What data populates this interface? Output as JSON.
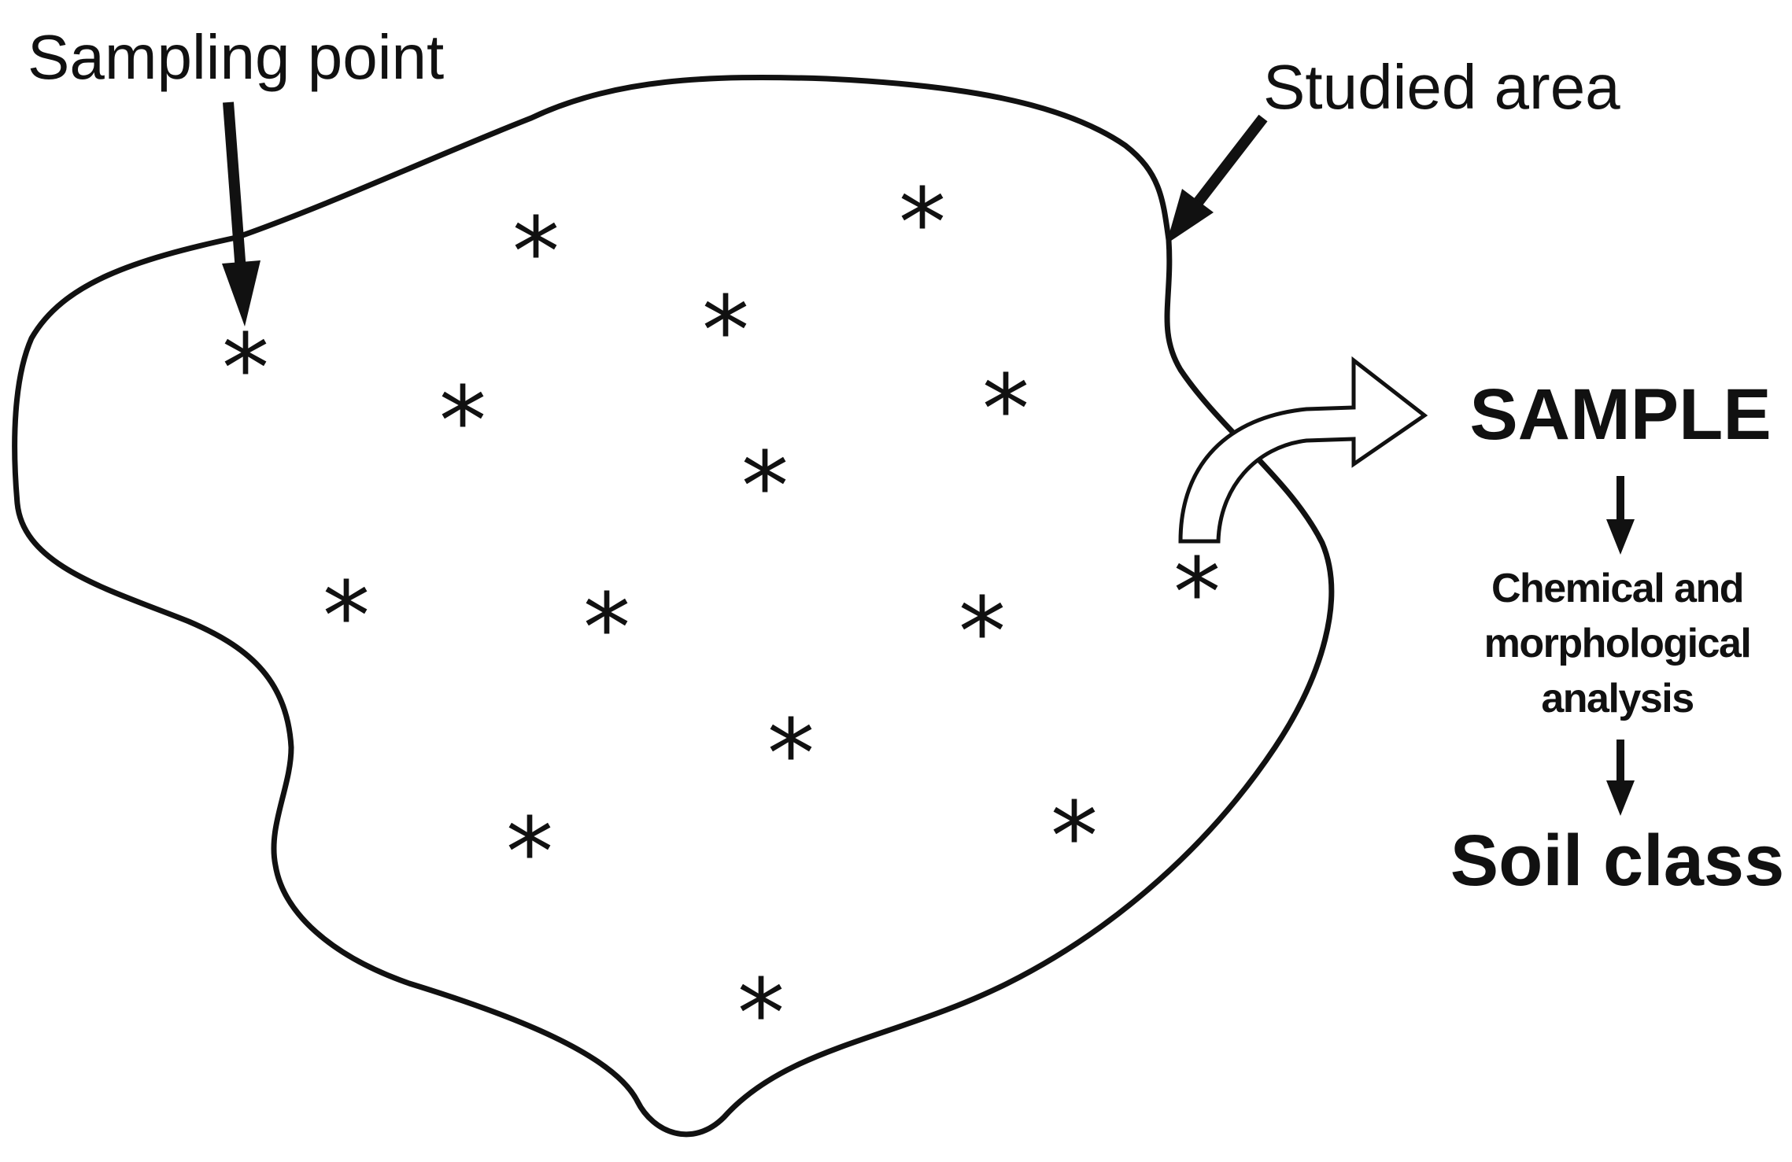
{
  "labels": {
    "sampling_point": "Sampling point",
    "studied_area": "Studied area",
    "sample": "SAMPLE",
    "analysis_line1": "Chemical and",
    "analysis_line2": "morphological",
    "analysis_line3": "analysis",
    "soil_class": "Soil class"
  },
  "marker_glyph": "*",
  "sampling_point_count": 15,
  "colors": {
    "stroke": "#111111",
    "background": "#ffffff",
    "curved_arrow_fill": "#ffffff"
  }
}
